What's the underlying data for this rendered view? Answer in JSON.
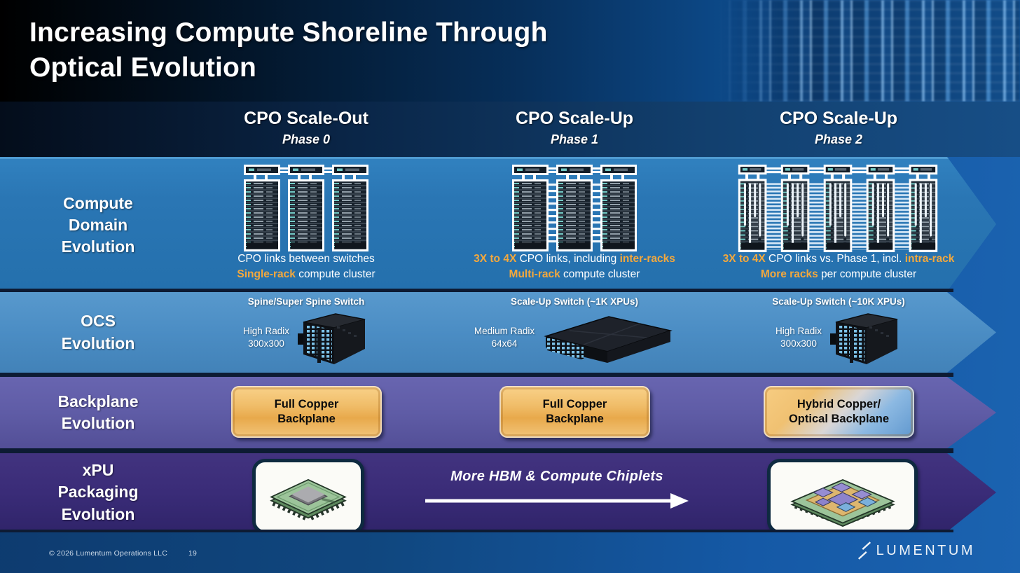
{
  "colors": {
    "accent_orange": "#F3A83D",
    "band_compute": "#2A76B4",
    "band_ocs": "#4B8DC4",
    "band_backplane": "#5F5CA6",
    "band_xpu": "#3A2C78",
    "copper_button": "#EEB45E",
    "background_blue": "#1559A6"
  },
  "header": {
    "title": "Increasing Compute Shoreline Through\nOptical Evolution"
  },
  "columns": [
    {
      "title": "CPO Scale-Out",
      "phase": "Phase 0"
    },
    {
      "title": "CPO Scale-Up",
      "phase": "Phase 1"
    },
    {
      "title": "CPO Scale-Up",
      "phase": "Phase 2"
    }
  ],
  "rows": {
    "compute": {
      "label": "Compute\nDomain\nEvolution",
      "captions": {
        "p0": {
          "l1": "CPO links between switches",
          "l2_hl": "Single-rack",
          "l2_rest": " compute cluster"
        },
        "p1": {
          "l1_hl": "3X to 4X",
          "l1_mid": " CPO links, including ",
          "l1_hl2": "inter-racks",
          "l2_hl": "Multi-rack",
          "l2_rest": " compute cluster"
        },
        "p2": {
          "l1_hl": "3X to 4X",
          "l1_mid": " CPO links vs. Phase 1, incl. ",
          "l1_hl2": "intra-rack",
          "l2_hl": "More racks",
          "l2_rest": " per compute cluster"
        }
      }
    },
    "ocs": {
      "label": "OCS\nEvolution",
      "cells": [
        {
          "title": "Spine/Super Spine Switch",
          "radix": "High Radix\n300x300"
        },
        {
          "title": "Scale-Up Switch (~1K XPUs)",
          "radix": "Medium Radix\n64x64"
        },
        {
          "title": "Scale-Up Switch (~10K XPUs)",
          "radix": "High Radix\n300x300"
        }
      ]
    },
    "backplane": {
      "label": "Backplane\nEvolution",
      "buttons": [
        "Full Copper\nBackplane",
        "Full Copper\nBackplane",
        "Hybrid Copper/\nOptical Backplane"
      ]
    },
    "xpu": {
      "label": "xPU\nPackaging\nEvolution",
      "arrow_text": "More HBM & Compute Chiplets"
    }
  },
  "footer": {
    "copyright": "© 2026 Lumentum Operations LLC",
    "page": "19",
    "logo": "LUMENTUM"
  }
}
